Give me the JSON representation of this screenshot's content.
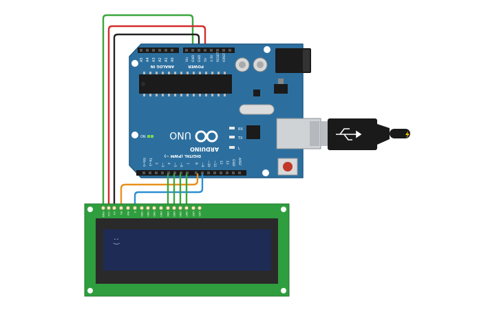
{
  "colors": {
    "board": "#2c6f9f",
    "board_edge": "#1f5a85",
    "lcd_pcb": "#2f9e3e",
    "lcd_bezel": "#2a2a2a",
    "lcd_screen": "#1e2b55",
    "wire_green": "#3aa63a",
    "wire_red": "#d32b2b",
    "wire_black": "#222222",
    "wire_orange": "#e7901b",
    "wire_blue": "#2b8fd1",
    "usb_plug": "#1a1a1a"
  },
  "board": {
    "brand": "ARDUINO",
    "model": "UNO",
    "power_header": "POWER",
    "analog_header": "ANALOG IN",
    "digital_header": "DIGITAL (PWM ~)",
    "on_label": "ON",
    "tx_label": "TX",
    "rx_label": "RX",
    "l_label": "L",
    "analog_pins": [
      "A5",
      "A4",
      "A3",
      "A2",
      "A1",
      "A0"
    ],
    "power_pins": [
      "Vin",
      "GND",
      "GND",
      "5V",
      "3.3V",
      "RESET",
      "IOREF"
    ],
    "digital_pins": [
      "RX←0",
      "TX→1",
      "2",
      "~3",
      "4",
      "~5",
      "~6",
      "7",
      "8",
      "~9",
      "~10",
      "~11",
      "12",
      "13",
      "GND",
      "AREF"
    ]
  },
  "lcd": {
    "pins": [
      "GND",
      "VCC",
      "V0",
      "RS",
      "RW",
      "E",
      "DB0",
      "DB1",
      "DB2",
      "DB3",
      "DB4",
      "DB5",
      "DB6",
      "DB7",
      "LED",
      "LED"
    ],
    "display_text": ":)"
  }
}
